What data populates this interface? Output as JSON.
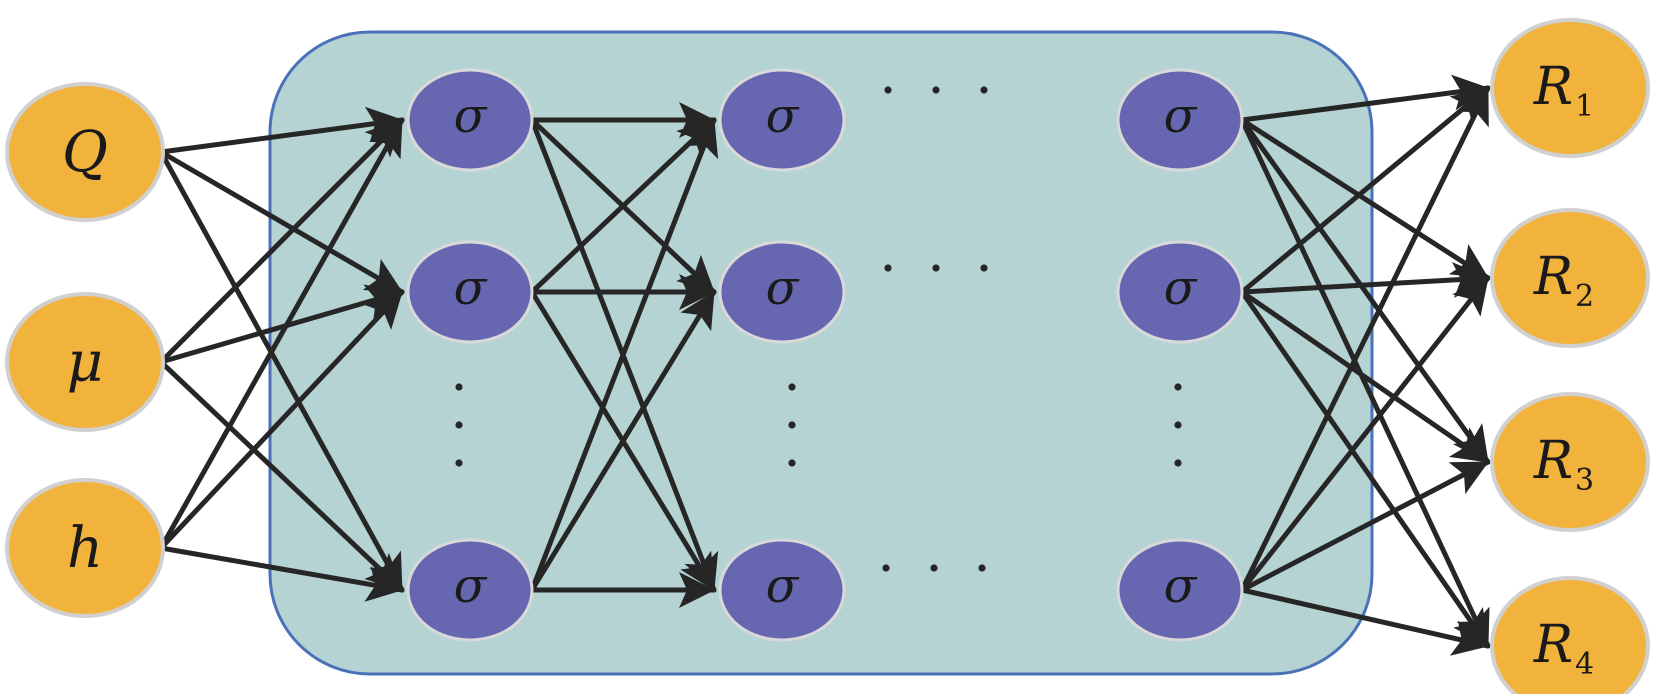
{
  "colors": {
    "io_node_fill": "#f2b33d",
    "io_node_stroke": "#d0d0d0",
    "hidden_node_fill": "#6667b0",
    "hidden_node_stroke": "#d9d9d9",
    "panel_fill": "#b6d3d4",
    "panel_stroke": "#4a72b8",
    "arrow": "#262626",
    "dots": "#262626"
  },
  "inputs": [
    {
      "label": "Q"
    },
    {
      "label": "μ"
    },
    {
      "label": "h"
    }
  ],
  "hidden_layers": [
    {
      "nodes": [
        "σ",
        "σ",
        "σ"
      ]
    },
    {
      "nodes": [
        "σ",
        "σ",
        "σ"
      ]
    },
    {
      "nodes": [
        "σ",
        "σ",
        "σ"
      ]
    }
  ],
  "outputs": [
    {
      "label": "R",
      "subscript": "1"
    },
    {
      "label": "R",
      "subscript": "2"
    },
    {
      "label": "R",
      "subscript": "3"
    },
    {
      "label": "R",
      "subscript": "4"
    }
  ],
  "connectivity": "fully-connected",
  "ellipsis": "vertical-and-horizontal-dots"
}
